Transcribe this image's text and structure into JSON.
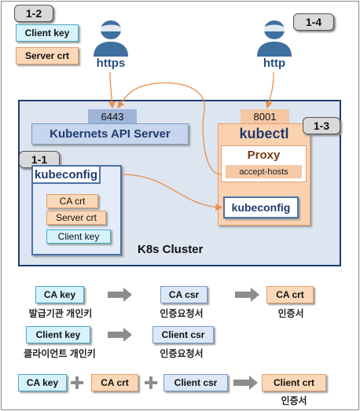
{
  "tags": {
    "t12": "1-2",
    "t14": "1-4",
    "t11": "1-1",
    "t13": "1-3"
  },
  "top_left_certs": {
    "client_key": "Client key",
    "server_crt": "Server crt"
  },
  "users": {
    "https_label": "https",
    "http_label": "http"
  },
  "cluster": {
    "label": "K8s Cluster",
    "api_port": "6443",
    "api_server": "Kubernets API Server",
    "kubeconfig_left": "kubeconfig",
    "left_files": {
      "ca_crt": "CA crt",
      "server_crt": "Server crt",
      "client_key": "Client key"
    },
    "proxy_port": "8001",
    "kubectl": "kubectl",
    "proxy": "Proxy",
    "accept_hosts": "accept-hosts",
    "kubeconfig_right": "kubeconfig"
  },
  "flow": {
    "row1": {
      "in": "CA key",
      "in_cap": "발급기관 개인키",
      "mid": "CA csr",
      "mid_cap": "인증요청서",
      "out": "CA crt",
      "out_cap": "인증서"
    },
    "row2": {
      "in": "Client key",
      "in_cap": "클라이언트 개인키",
      "mid": "Client csr",
      "mid_cap": "인증요청서"
    },
    "row3": {
      "a": "CA key",
      "b": "CA crt",
      "c": "Client csr",
      "out": "Client crt",
      "out_cap": "인증서"
    }
  },
  "colors": {
    "cluster_bg": "#dde5f0",
    "cluster_border": "#1f3a6e",
    "arrow": "#e8904a",
    "gray_arrow": "#8c8c8c"
  }
}
